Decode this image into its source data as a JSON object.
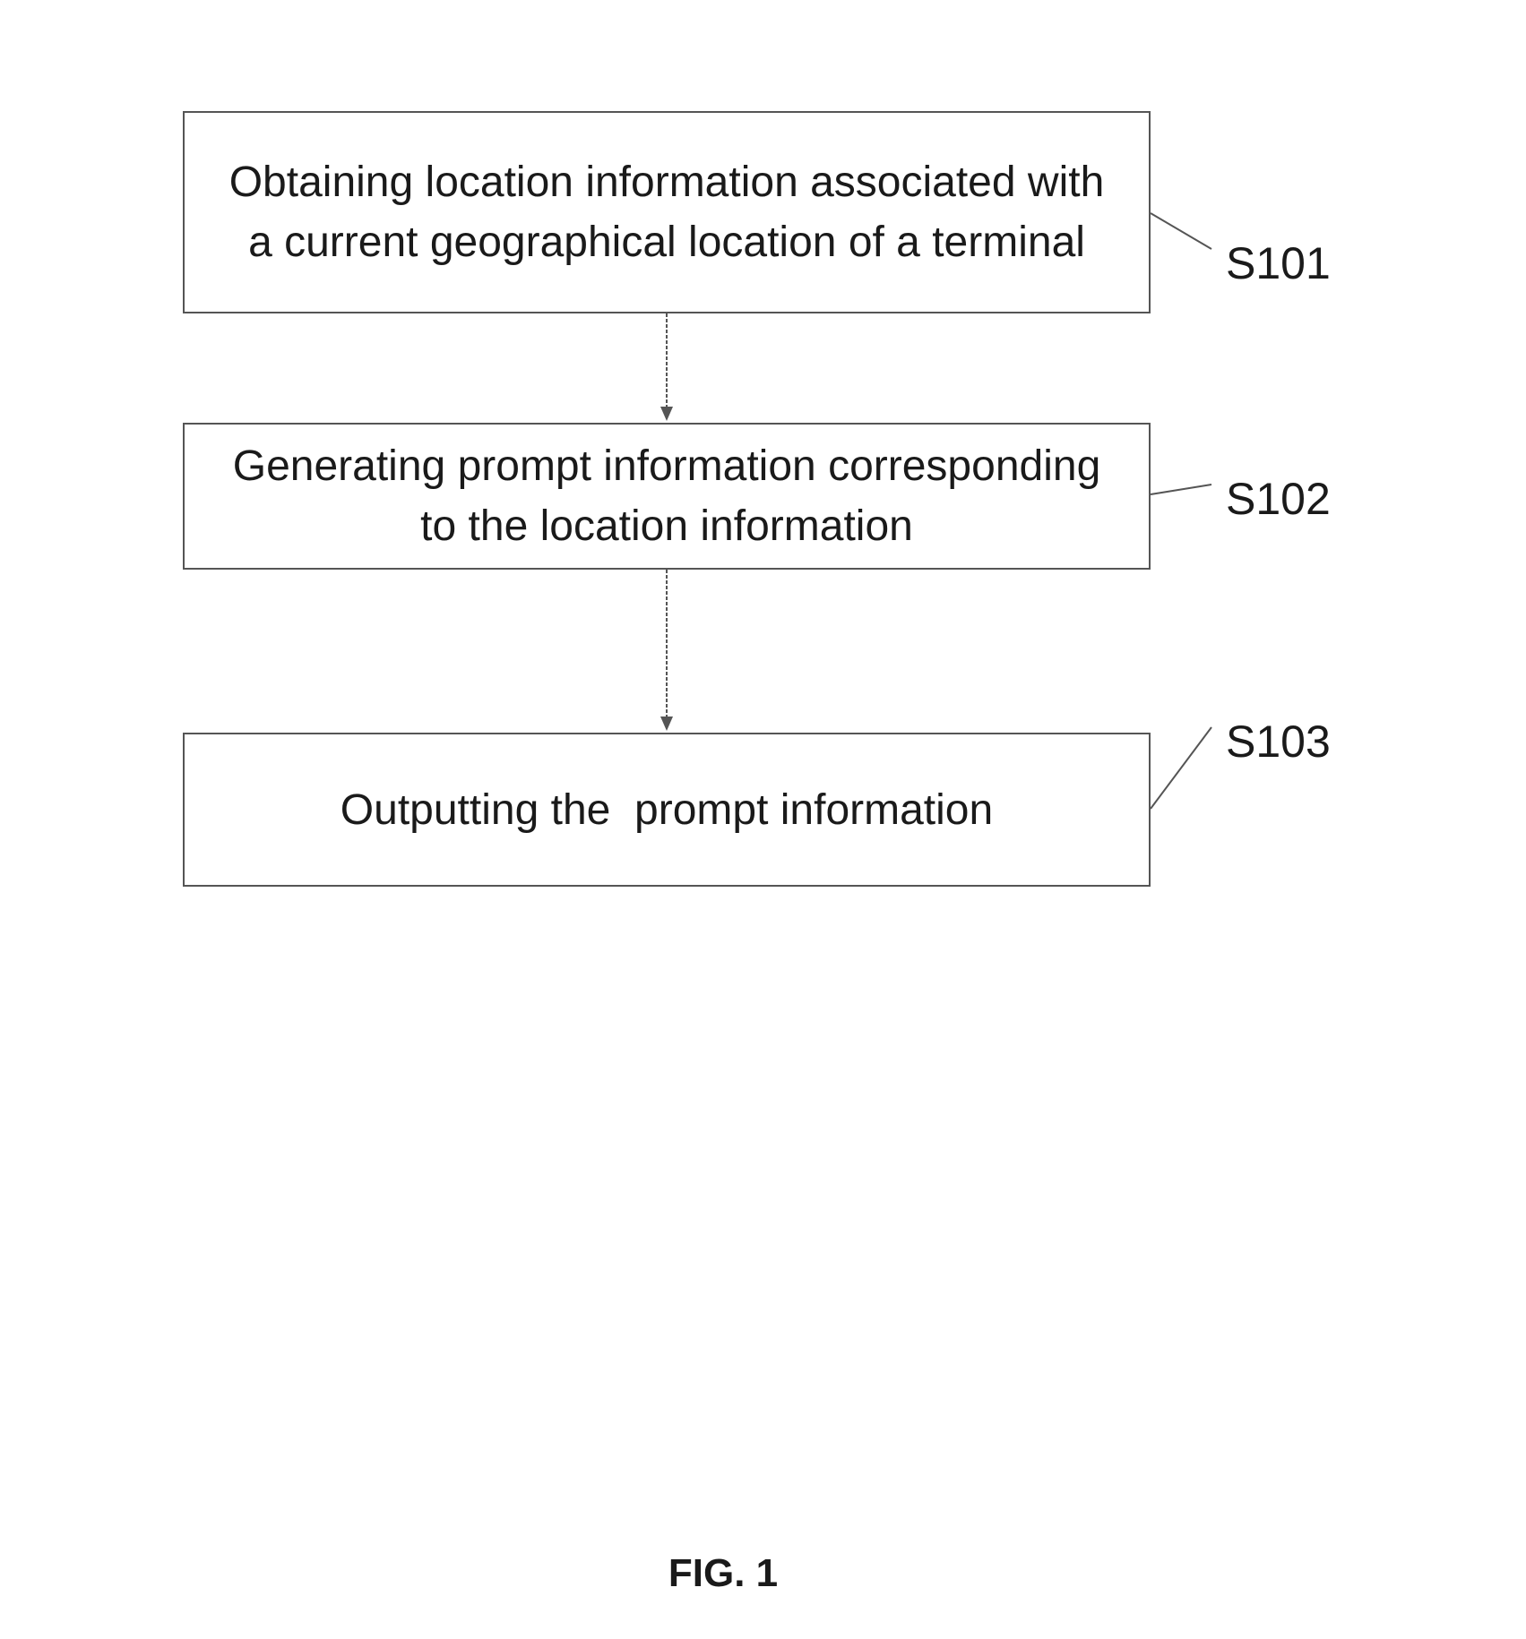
{
  "steps": [
    {
      "id": "S101",
      "text": "Obtaining location information associated with a current geographical location of a terminal"
    },
    {
      "id": "S102",
      "text": "Generating prompt information corresponding to the location information"
    },
    {
      "id": "S103",
      "text": "Outputting the  prompt information"
    }
  ],
  "caption": "FIG. 1",
  "colors": {
    "line": "#555555",
    "text": "#1a1a1a",
    "background": "#ffffff"
  }
}
